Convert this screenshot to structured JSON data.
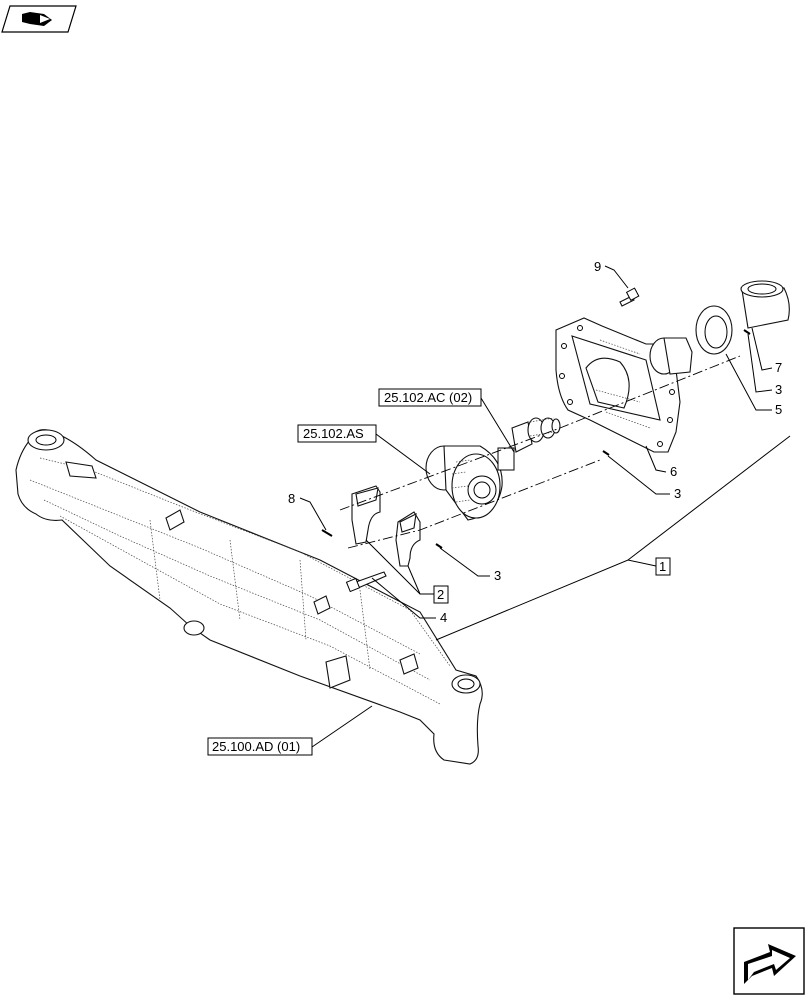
{
  "references": {
    "ac02": "25.102.AC (02)",
    "as": "25.102.AS",
    "ad01": "25.100.AD (01)"
  },
  "callouts": {
    "n9": "9",
    "n7": "7",
    "n3a": "3",
    "n5": "5",
    "n6": "6",
    "n3b": "3",
    "n8": "8",
    "n3c": "3",
    "n4": "4",
    "box1": "1",
    "box2": "2"
  },
  "icons": {
    "top_left": "book-arrow-icon",
    "bottom_right": "next-page-arrow-icon"
  }
}
